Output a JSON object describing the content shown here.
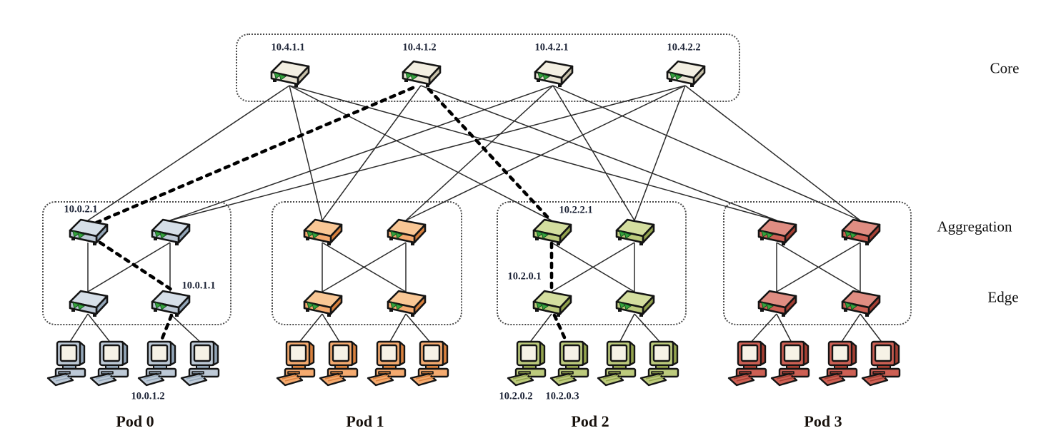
{
  "diagram": {
    "type": "fat-tree network topology",
    "layers": {
      "core": "Core",
      "aggregation": "Aggregation",
      "edge": "Edge"
    },
    "core_switches": [
      {
        "ip": "10.4.1.1"
      },
      {
        "ip": "10.4.1.2"
      },
      {
        "ip": "10.4.2.1"
      },
      {
        "ip": "10.4.2.2"
      }
    ],
    "pods": [
      {
        "name": "Pod 0",
        "agg_labels": [
          "10.0.2.1",
          ""
        ],
        "edge_labels": [
          "",
          "10.0.1.1"
        ],
        "host_labels": [
          "",
          "",
          "10.0.1.2",
          ""
        ],
        "colors": {
          "main": "#bdc9d6",
          "top": "#d6dfe8",
          "dark": "#93a6b8"
        }
      },
      {
        "name": "Pod 1",
        "agg_labels": [
          "",
          ""
        ],
        "edge_labels": [
          "",
          ""
        ],
        "host_labels": [
          "",
          "",
          "",
          ""
        ],
        "colors": {
          "main": "#f4aa6f",
          "top": "#f9c795",
          "dark": "#d9813e"
        }
      },
      {
        "name": "Pod 2",
        "agg_labels": [
          "10.2.2.1",
          ""
        ],
        "edge_labels": [
          "10.2.0.1",
          ""
        ],
        "host_labels": [
          "10.2.0.2",
          "10.2.0.3",
          "",
          ""
        ],
        "colors": {
          "main": "#bcca7c",
          "top": "#d4de9f",
          "dark": "#93a34e"
        }
      },
      {
        "name": "Pod 3",
        "agg_labels": [
          "",
          ""
        ],
        "edge_labels": [
          "",
          ""
        ],
        "host_labels": [
          "",
          "",
          "",
          ""
        ],
        "colors": {
          "main": "#cd6054",
          "top": "#e08d82",
          "dark": "#a53f33"
        }
      }
    ],
    "core_colors": {
      "main": "#e9e4d4",
      "top": "#f3efe2",
      "dark": "#c9c2ab"
    },
    "route": {
      "style": "bold-dashed",
      "hops": [
        "10.0.1.2",
        "10.0.1.1",
        "10.0.2.1",
        "10.4.1.2",
        "10.2.2.1",
        "10.2.0.1",
        "10.2.0.3"
      ]
    },
    "ui_colors": {
      "link": "#2b2b2b",
      "route": "#000000",
      "ip_label": "#1c2336",
      "pod_label": "#19130e",
      "layer_label": "#101010",
      "box_border": "#4b4b4b",
      "background": "#ffffff",
      "switch_arrow": "#35a33c"
    }
  }
}
